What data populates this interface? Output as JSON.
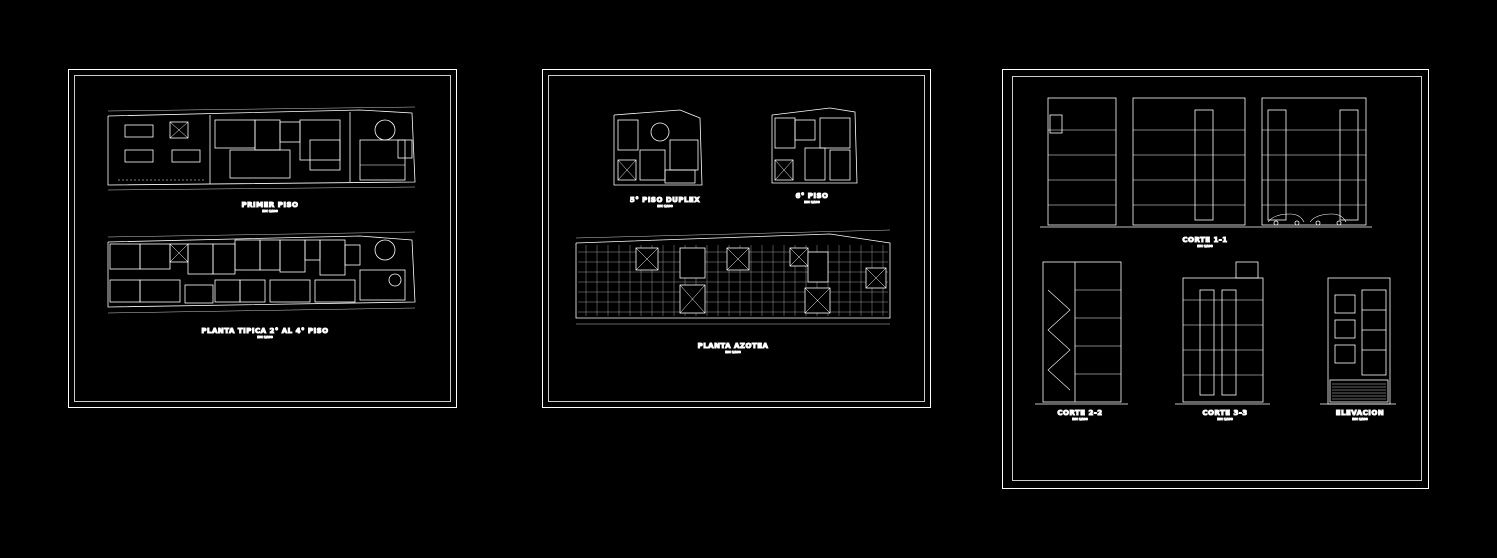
{
  "colors": {
    "background": "#000000",
    "line": "#ffffff",
    "detail": "#cfcfcf"
  },
  "sheets": [
    {
      "labels": [
        "PRIMER PISO",
        "PLANTA TIPICA 2° AL 4° PISO"
      ]
    },
    {
      "labels": [
        "5° PISO DUPLEX",
        "6° PISO",
        "PLANTA AZOTEA"
      ]
    },
    {
      "labels": [
        "CORTE 1-1",
        "CORTE 2-2",
        "CORTE 3-3",
        "ELEVACION"
      ]
    }
  ]
}
